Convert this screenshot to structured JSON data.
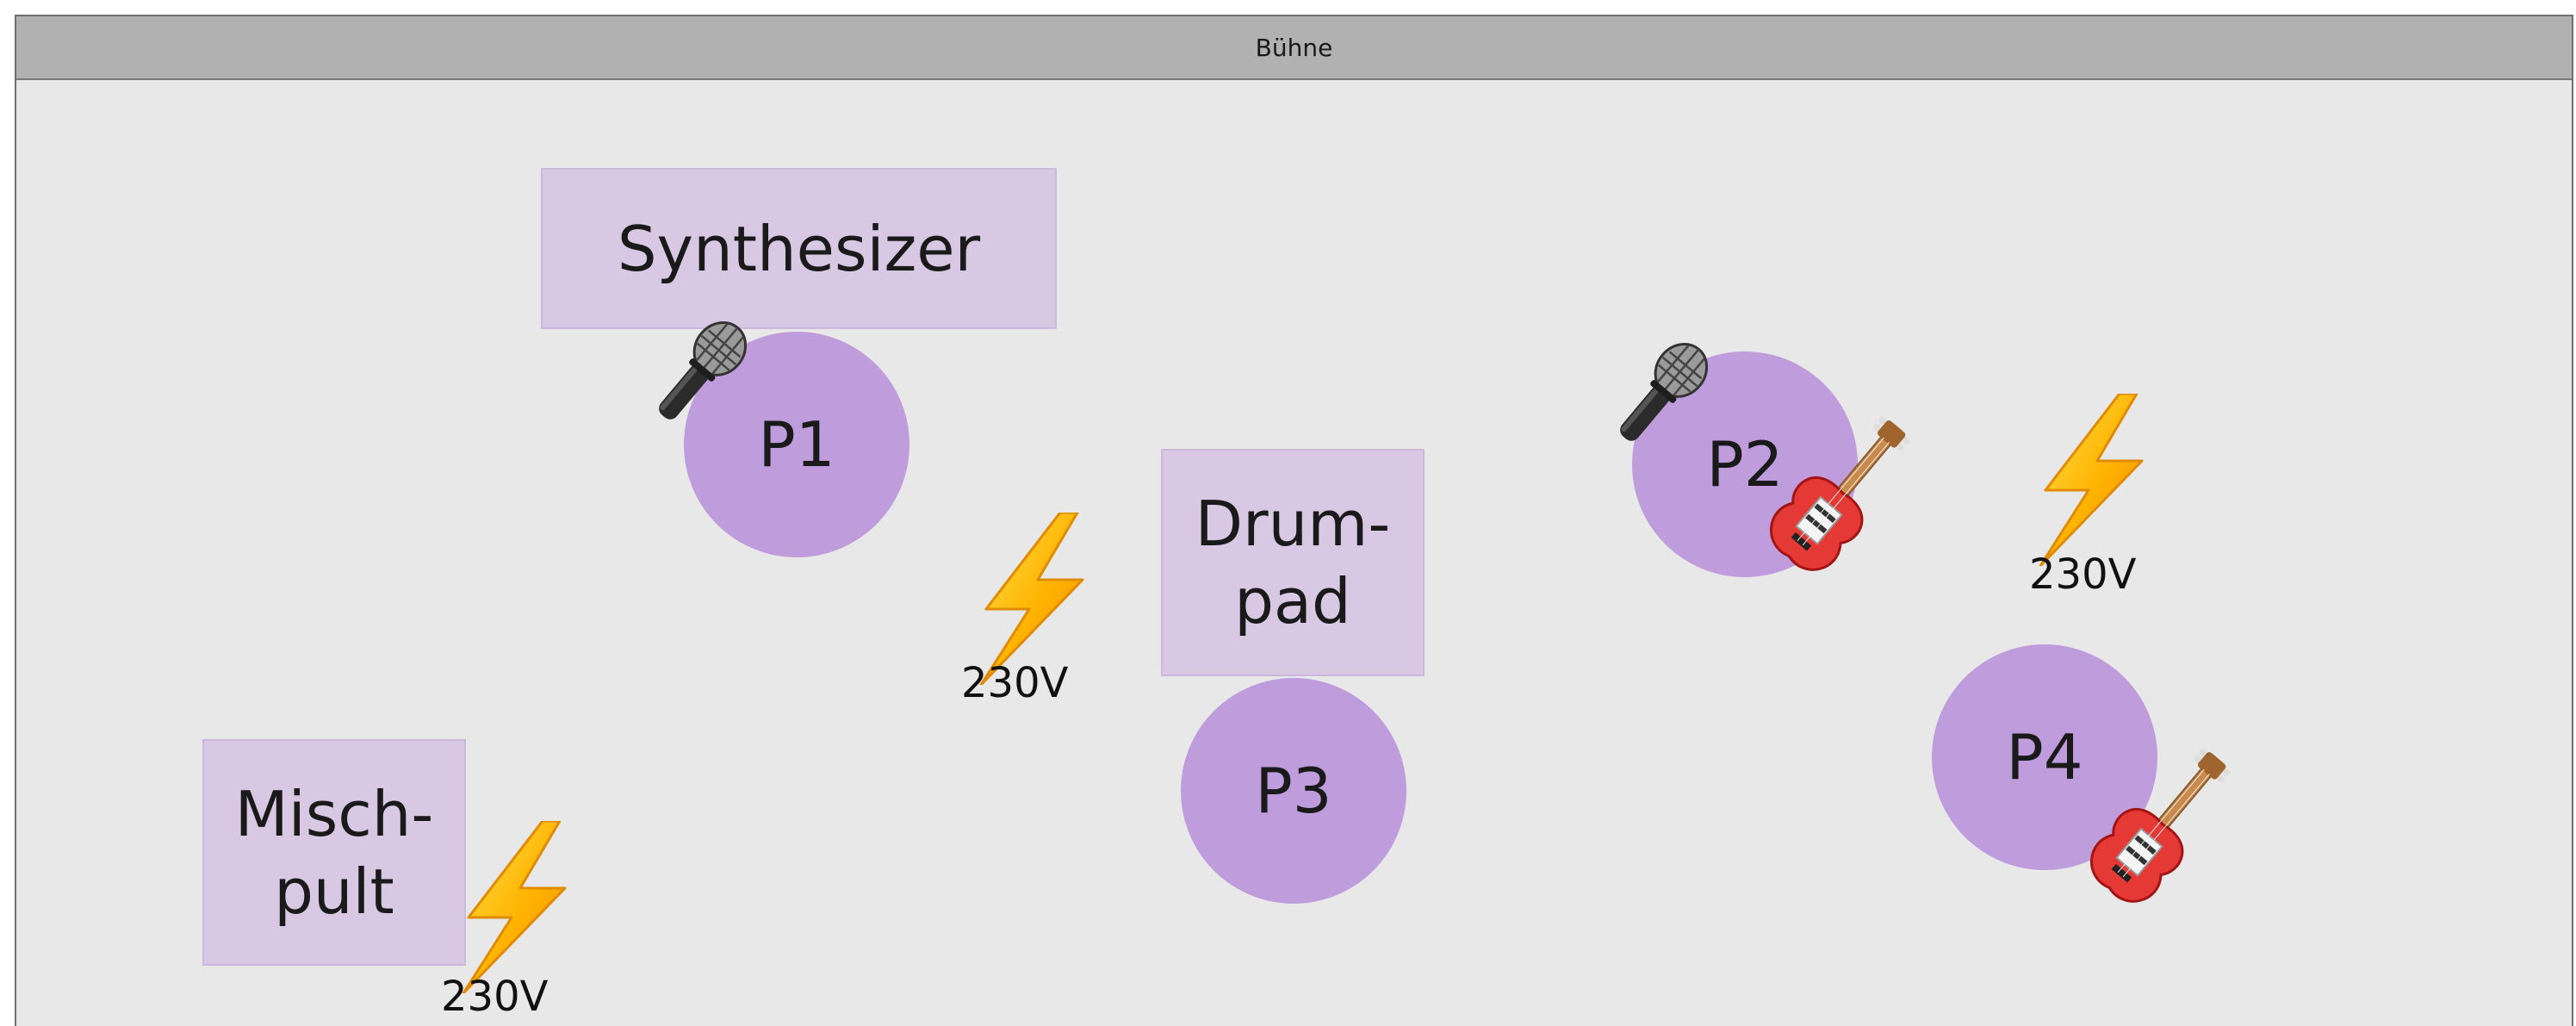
{
  "stage": {
    "title": "Bühne"
  },
  "equipment": {
    "synthesizer": "Synthesizer",
    "drumpad": "Drum-\npad",
    "mischpult": "Misch-\npult"
  },
  "performers": {
    "p1": "P1",
    "p2": "P2",
    "p3": "P3",
    "p4": "P4"
  },
  "power": {
    "label": "230V"
  },
  "icons": [
    "microphone-icon",
    "guitar-icon",
    "lightning-bolt-icon"
  ],
  "colors": {
    "header": "#b1b1b1",
    "stage_floor": "#e8e8e8",
    "equipment_box": "#d8c8e3",
    "performer_circle": "#bf9ddd",
    "bolt": "#f5b800"
  }
}
